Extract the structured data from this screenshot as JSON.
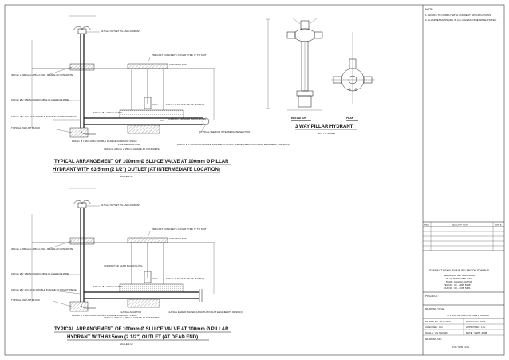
{
  "notes": {
    "heading": "NOTE:",
    "lines": [
      "1. WORKS TO COMPLY WITH CURRENT SPECIFICATIONS",
      "2. ALL DIMENSIONS ARE IN mm UNLESS OTHERWISE STATED."
    ]
  },
  "top_diagram": {
    "labels": {
      "outlet": "63.5mm OUTLET PILLAR HYDRANT",
      "cover": "PRECAST CONCRETE COVER TYPE 'C' TO SUIT",
      "ground": "GROUND LEVEL",
      "concrete": "300mm x 300mm x 225mm THK. GRADE 20 CONCRETE",
      "tee": "100mm Ø x 100mm Ø TEE",
      "valve": "100mm Ø SLUICE VALVE (TYPE B)",
      "compacted": "COMPACTED SAND BACKFILLING",
      "double_flanged": "100mm Ø x 1.5M LONG DOUBLE FLANGED DI PIPE",
      "thrust": "TYPICAL THRUST BLOCK",
      "adaptor": "FLANGE ADAPTOR",
      "spigot": "100mm Ø x 1M LONG DOUBLE FLANGE DI SPIGOT PIECE",
      "block": "300mm x 300mm x 150mm GRADE 20 CONCRETE",
      "lifting": "100mm Ø x 1M LONG DOUBLE FLANGE DI SPIGOT PIECE (LENGTH TO SUIT ENGINEER'S DESIGN)",
      "typical_tee": "TYPICAL TEE FOR INTERMEDIATE SECTION"
    },
    "title_line1": "TYPICAL ARRANGEMENT OF 100mm Ø SLUICE VALVE AT 100mm Ø PILLAR",
    "title_line2": "HYDRANT WITH 63.5mm (2 1/2\") OUTLET (AT INTERMEDIATE LOCATION)",
    "scale": "SCALE 1:10"
  },
  "bottom_diagram": {
    "labels": {
      "outlet": "63.5mm OUTLET PILLAR HYDRANT",
      "cover": "PRECAST CONCRETE COVER TYPE 'C' TO SUIT",
      "ground": "GROUND LEVEL",
      "concrete": "300mm x 300mm x 225mm THK. GRADE 20 CONCRETE",
      "tee": "100mm Ø x 100mm Ø TEE",
      "valve": "100mm Ø SLUICE VALVE (TYPE B)",
      "compacted": "COMPACTED SAND BACKFILLING",
      "double_flanged": "100mm Ø x 1.5M LONG DOUBLE FLANGED DI PIPE",
      "thrust": "TYPICAL THRUST BLOCK",
      "adaptor": "FLANGE ADAPTOR",
      "spigot": "100mm Ø x 1M LONG DOUBLE FLANGE DI SPIGOT PIECE",
      "block": "300mm x 300mm x 150mm GRADE 20 CONCRETE",
      "flange_end": "FLANGE ENDED WATER (LENGTH TO SUIT ENGINEER'S DESIGN)"
    },
    "title_line1": "TYPICAL ARRANGEMENT OF 100mm Ø SLUICE VALVE AT 100mm Ø PILLAR",
    "title_line2": "HYDRANT WITH 63.5mm (2 1/2\") OUTLET (AT DEAD END)",
    "scale": "SCALE 1:10"
  },
  "hydrant_views": {
    "elevation": "ELEVATION",
    "plan": "PLAN",
    "title": "3 WAY PILLAR HYDRANT",
    "scale": "NOT TO SCALE"
  },
  "revision_table": {
    "headers": [
      "REV",
      "DESCRIPTION",
      "DATE"
    ]
  },
  "company": {
    "name": "SYARIKAT BEKALAN AIR SELANGOR SDN BHD",
    "address": [
      "BELAKANG AIR SELANGOR",
      "JALAN PANTAI BAHARU",
      "59200, KUALA LUMPUR",
      "TEL NO : 03 - 2095 5488",
      "FAX NO : 03 - 2095 5471"
    ]
  },
  "title_block": {
    "project_label": "PROJECT:",
    "drawing_title_label": "DRAWING TITLE :",
    "drawing_title": "TYPICAL DETAILS OF FIRE HYDRANT",
    "drawn_by": "DRAWN BY : SHAHRUL",
    "designed": "DESIGNED : SHT",
    "checked": "CHECKED : HG",
    "approved": "APPROVED : LFL",
    "scale": "SCALE : AS SHOWN",
    "date": "DATE : SEPT. 2008",
    "drawing_no_label": "DRAWING NO :",
    "drawing_no": "SYA / STD / 014"
  },
  "colors": {
    "line": "#111111",
    "background": "#ffffff"
  }
}
